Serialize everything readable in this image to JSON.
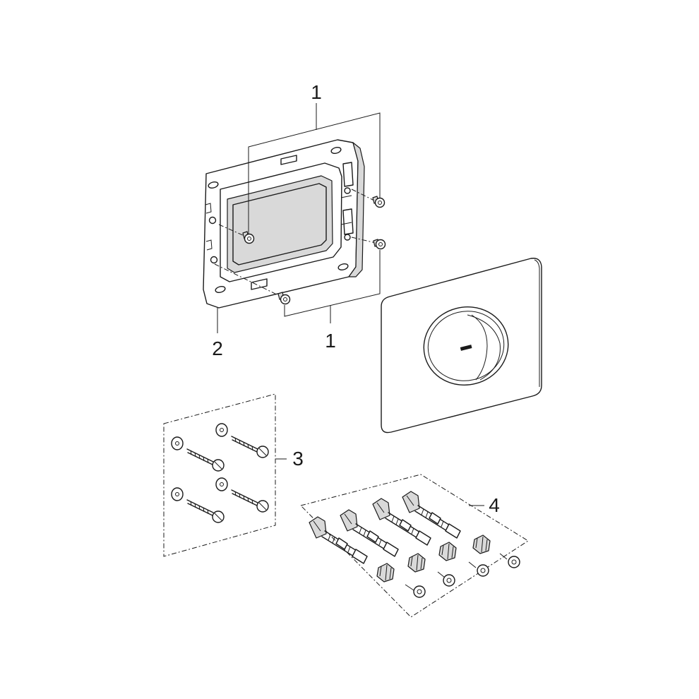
{
  "callouts": {
    "mounting_screws_top": "1",
    "mounting_screws_bottom": "1",
    "mounting_frame": "2",
    "screw_set": "3",
    "extension_set": "4"
  }
}
